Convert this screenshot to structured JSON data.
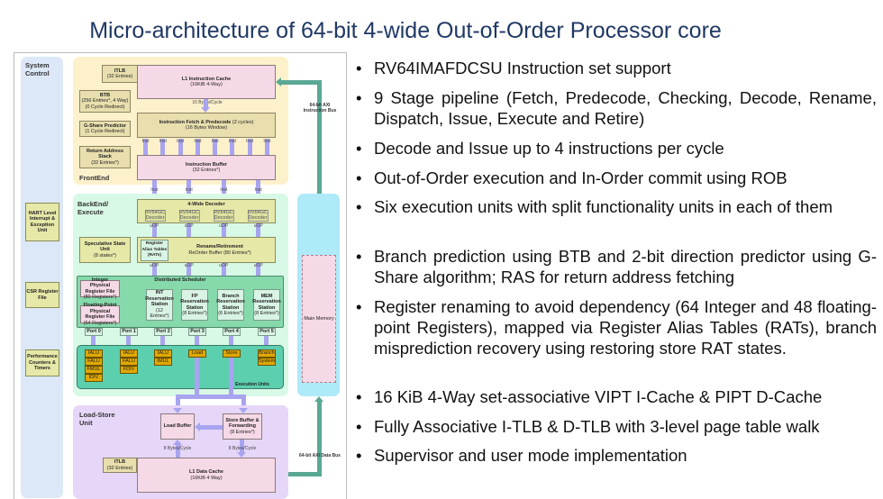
{
  "title": "Micro-architecture of 64-bit 4-wide Out-of-Order Processor core",
  "diagram": {
    "system_control": "System Control",
    "hart": "HART Level Interrupt & Exception Unit",
    "csr": "CSR Register File",
    "perf": "Performance Counters & Timers",
    "frontend": {
      "label": "FrontEnd",
      "itlb": "ITLB",
      "itlb_sub": "(32 Entries)",
      "l1ic": "L1 Instruction Cache",
      "l1ic_sub": "(16KiB 4-Way)",
      "bw": "16 Bytes/Cycle",
      "btb": "BTB",
      "btb_sub1": "(256 Entries*, 4 Way)",
      "btb_sub2": "(0 Cycle Redirect)",
      "gshare": "G-Share Predictor",
      "gshare_sub": "(1 Cycle Redirect)",
      "ras": "Return Address Stack",
      "ras_sub": "(32 Entries*)",
      "ifpd": "Instruction Fetch & Predecode",
      "ifpd_cyc": "(2 cycles)",
      "ifpd_sub": "(16 Bytes Window)",
      "inst": "Inst",
      "ibuf": "Instruction Buffer",
      "ibuf_sub": "(32 Entries*)"
    },
    "ibus": "64-bit AXI Instruction Bus",
    "dbus": "64-bit AXI Data Bus",
    "main_memory": "Main Memory",
    "backend": {
      "label": "BackEnd/ Execute",
      "decoder": "4-Wide Decoder",
      "rv": "RV64GC Decoder",
      "uop": "uOP",
      "spec": "Speculative State Unit",
      "spec_sub": "(8 states*)",
      "rat": "Register Alias Tables (RATs)",
      "rename": "Rename/Retirement",
      "rob": "ReOrder Buffer (80 Entries*)",
      "sched": "Distributed Scheduler",
      "iprf": "Integer Physical Register File",
      "iprf_sub": "(80 Registers*)",
      "fprf": "Floating-Point Physical Register File",
      "fprf_sub": "(64 Registers*)",
      "rs": [
        {
          "name": "INT Reservation Station",
          "sub": "(12 Entries*)"
        },
        {
          "name": "FP Reservation Station",
          "sub": "(8 Entries*)"
        },
        {
          "name": "Branch Reservation Station",
          "sub": "(6 Entries*)"
        },
        {
          "name": "MEM Reservation Station",
          "sub": "(8 Entries*)"
        }
      ],
      "ports": [
        "Port 0",
        "Port 1",
        "Port 2",
        "Port 3",
        "Port 4",
        "Port 5"
      ],
      "units": [
        [
          "IALU",
          "FALU",
          "FMUL",
          "IDIV"
        ],
        [
          "IALU",
          "FALU",
          "FDIV"
        ],
        [
          "IALU",
          "IMUL"
        ],
        [
          "Load"
        ],
        [
          "Store"
        ],
        [
          "Branch",
          "System"
        ]
      ],
      "exec_label": "Execution Units"
    },
    "lsu": {
      "label": "Load-Store Unit",
      "lb": "Load Buffer",
      "sb": "Store Buffer & Forwarding",
      "sb_sub": "(8 Entries*)",
      "bw": "8 Bytes/Cycle",
      "itlb": "ITLB",
      "itlb_sub": "(32 Entries)",
      "l1dc": "L1 Data Cache",
      "l1dc_sub": "(16KiB 4 Way)"
    }
  },
  "bullets": [
    "RV64IMAFDCSU Instruction set support",
    "9 Stage pipeline (Fetch, Predecode, Checking, Decode, Rename, Dispatch, Issue, Execute and Retire)",
    "Decode and Issue up to 4 instructions per cycle",
    "Out-of-Order execution and In-Order commit using ROB",
    "Six execution units with split functionality units in each of them",
    "Branch prediction using BTB and 2-bit direction predictor using G-Share algorithm; RAS for return address fetching",
    "Register renaming to avoid dependency (64 Integer and 48 floating-point Registers), mapped via Register Alias Tables (RATs), branch misprediction recovery using restoring store RAT states.",
    "16 KiB 4-Way set-associative VIPT I-Cache & PIPT D-Cache",
    "Fully Associative I-TLB & D-TLB with 3-level page table walk",
    "Supervisor and user mode implementation"
  ]
}
